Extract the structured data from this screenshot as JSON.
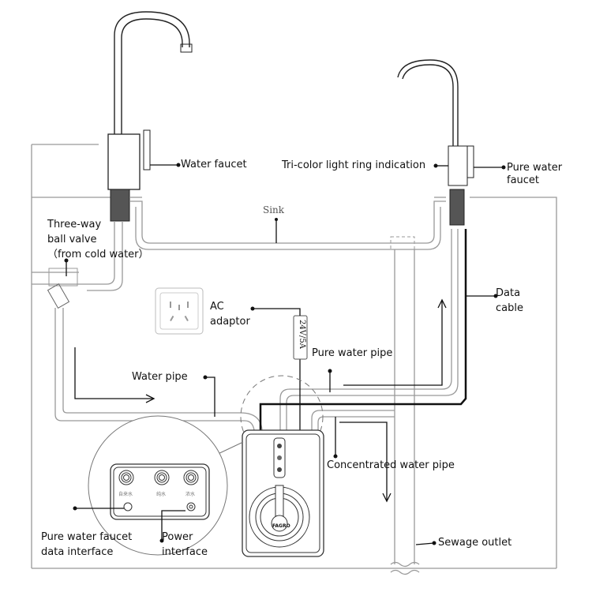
{
  "labels": {
    "water_faucet": "Water faucet",
    "tri_color": "Tri-color light ring indication",
    "pure_water_faucet": "Pure water\nfaucet",
    "sink": "Sink",
    "three_way_valve": "Three-way\nball valve\n（from cold water）",
    "data_cable": "Data\ncable",
    "ac_adaptor": "AC\nadaptor",
    "adaptor_rating": "24V/5A",
    "pure_water_pipe": "Pure water pipe",
    "water_pipe": "Water pipe",
    "concentrated_pipe": "Concentrated water pipe",
    "pure_faucet_data_interface": "Pure water faucet\ndata interface",
    "power_interface": "Power\ninterface",
    "sewage_outlet": "Sewage outlet"
  },
  "ports": [
    "自来水",
    "纯水",
    "浓水"
  ],
  "brand_logo": "FAGRO",
  "colors": {
    "line": "#222222",
    "pipe": "#999999"
  }
}
